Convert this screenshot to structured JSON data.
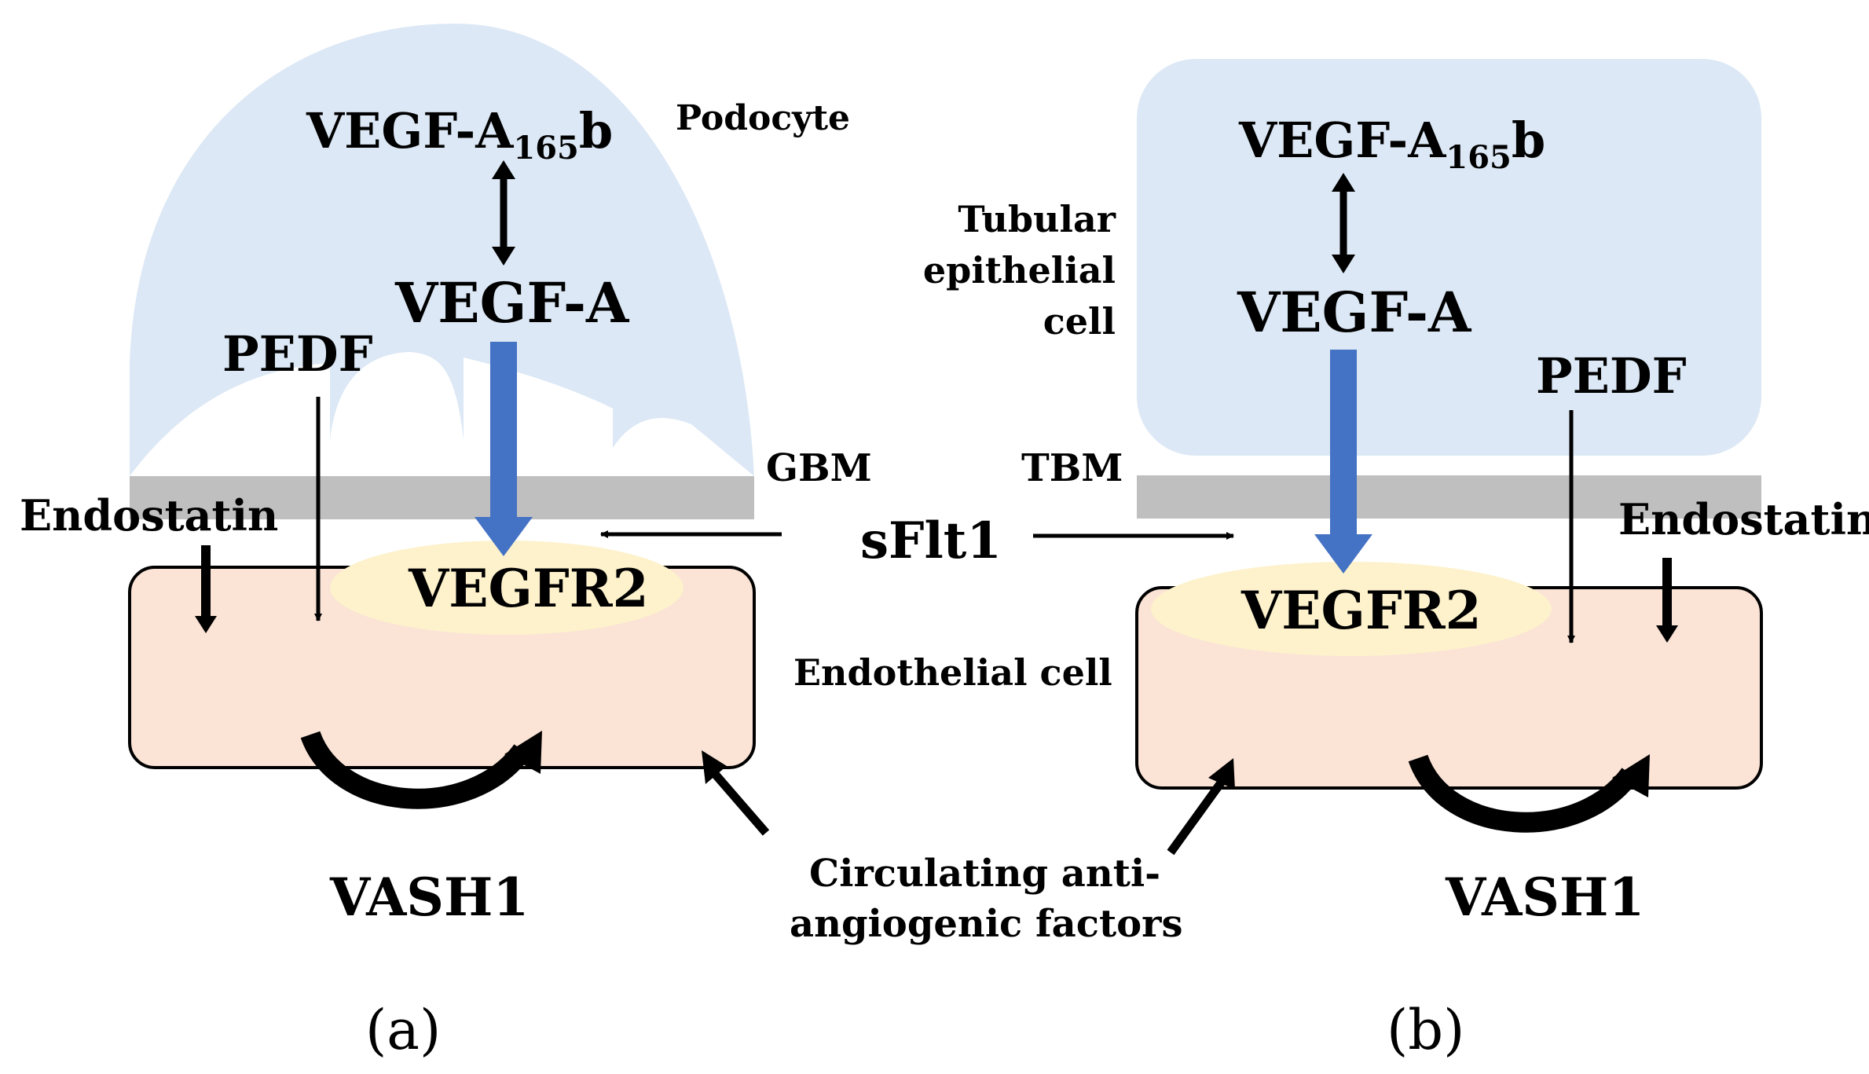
{
  "panel_a": {
    "cell_top_label": "Podocyte",
    "vegf_a165b": {
      "main": "VEGF-A",
      "sub": "165",
      "suffix": "b"
    },
    "vegf_a": "VEGF-A",
    "pedf": "PEDF",
    "membrane_label": "GBM",
    "endostatin": "Endostatin",
    "receptor": "VEGFR2",
    "vash1": "VASH1",
    "panel_label": "(a)"
  },
  "panel_b": {
    "cell_top_label_lines": [
      "Tubular",
      "epithelial",
      "cell"
    ],
    "vegf_a165b": {
      "main": "VEGF-A",
      "sub": "165",
      "suffix": "b"
    },
    "vegf_a": "VEGF-A",
    "pedf": "PEDF",
    "membrane_label": "TBM",
    "endostatin": "Endostatin",
    "receptor": "VEGFR2",
    "vash1": "VASH1",
    "panel_label": "(b)"
  },
  "shared": {
    "sflt1": "sFlt1",
    "endothelial_label": "Endothelial cell",
    "circulating_lines": [
      "Circulating anti-",
      "angiogenic factors"
    ]
  },
  "colors": {
    "epithelial_fill": "#dce8f5",
    "membrane_fill": "#bfbfbf",
    "endothelial_fill": "#fbe3d6",
    "receptor_fill": "#fdf2cc",
    "vegf_arrow": "#4472c4",
    "ink": "#000000"
  }
}
